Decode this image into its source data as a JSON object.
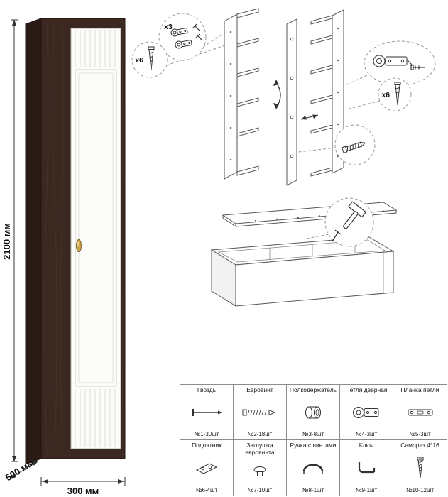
{
  "dimensions": {
    "height": "2100 мм",
    "depth": "500 мм",
    "width": "300 мм"
  },
  "callouts": {
    "hinge_count": "x3",
    "screw_count_left": "x6",
    "screw_count_right": "x6"
  },
  "parts_table": {
    "items": [
      {
        "name": "Гвоздь",
        "icon": "nail",
        "qty": "№1-30шт"
      },
      {
        "name": "Евровинт",
        "icon": "euroscrew",
        "qty": "№2-18шт"
      },
      {
        "name": "Полкодержатель",
        "icon": "shelf-pin",
        "qty": "№3-8шт"
      },
      {
        "name": "Петля дверная",
        "icon": "door-hinge",
        "qty": "№4-3шт"
      },
      {
        "name": "Планка петли",
        "icon": "hinge-plate",
        "qty": "№5-3шт"
      },
      {
        "name": "Подпятник",
        "icon": "foot-pad",
        "qty": "№6-4шт"
      },
      {
        "name": "Заглушка евровинта",
        "icon": "screw-cap",
        "qty": "№7-10шт"
      },
      {
        "name": "Ручка с винтами",
        "icon": "handle",
        "qty": "№8-1шт"
      },
      {
        "name": "Ключ",
        "icon": "key",
        "qty": "№9-1шт"
      },
      {
        "name": "Саморез 4*16",
        "icon": "selftap-screw",
        "qty": "№10-12шт"
      }
    ]
  },
  "colors": {
    "wood_dark": "#3a2821",
    "wood_side": "#2a1b15",
    "door_white": "#fcfcfa",
    "handle_gold": "#c9a24b",
    "line_gray": "#555555"
  }
}
